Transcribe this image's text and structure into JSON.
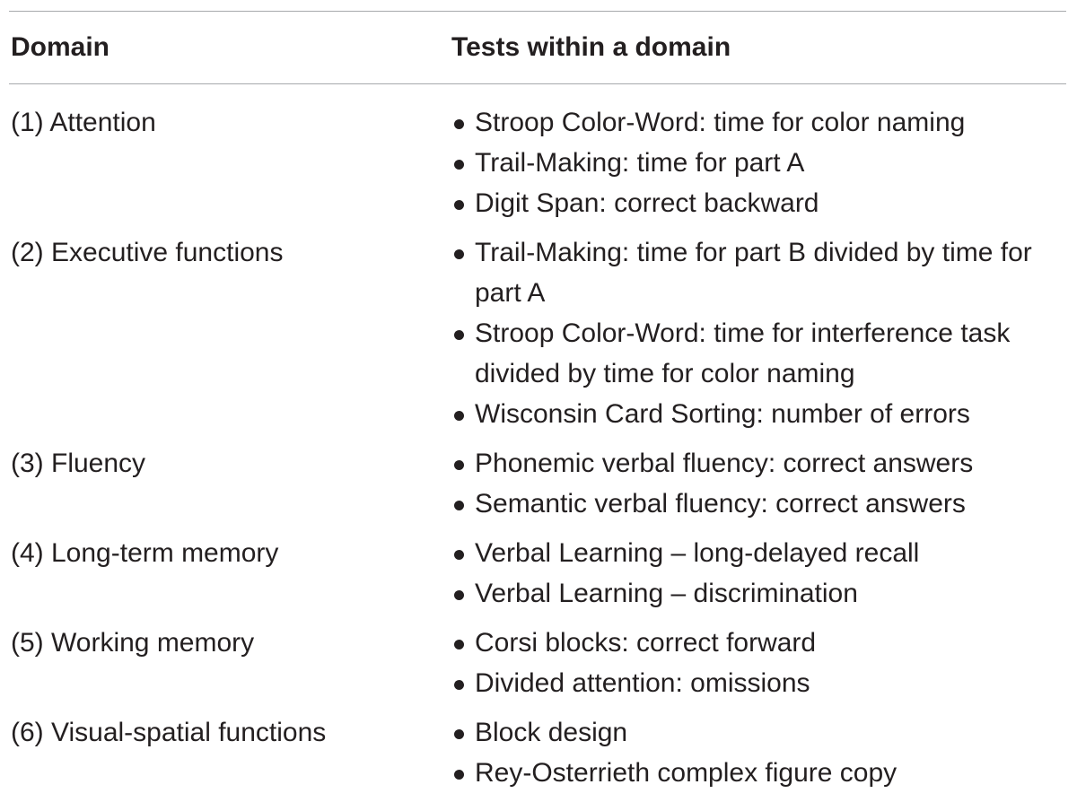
{
  "header": {
    "col_domain": "Domain",
    "col_tests": "Tests within a domain"
  },
  "rows": [
    {
      "domain": "(1) Attention",
      "tests": [
        "Stroop Color-Word: time for color naming",
        "Trail-Making: time for part A",
        "Digit Span: correct backward"
      ]
    },
    {
      "domain": "(2) Executive functions",
      "tests": [
        "Trail-Making: time for part B divided by time for part A",
        "Stroop Color-Word: time for interference task divided by time for color naming",
        "Wisconsin Card Sorting: number of errors"
      ]
    },
    {
      "domain": "(3) Fluency",
      "tests": [
        "Phonemic verbal fluency: correct answers",
        "Semantic verbal fluency: correct answers"
      ]
    },
    {
      "domain": "(4) Long-term memory",
      "tests": [
        "Verbal Learning – long-delayed recall",
        "Verbal Learning – discrimination"
      ]
    },
    {
      "domain": "(5) Working memory",
      "tests": [
        "Corsi blocks: correct forward",
        "Divided attention: omissions"
      ]
    },
    {
      "domain": "(6) Visual-spatial functions",
      "tests": [
        "Block design",
        "Rey-Osterrieth complex figure copy"
      ]
    }
  ]
}
